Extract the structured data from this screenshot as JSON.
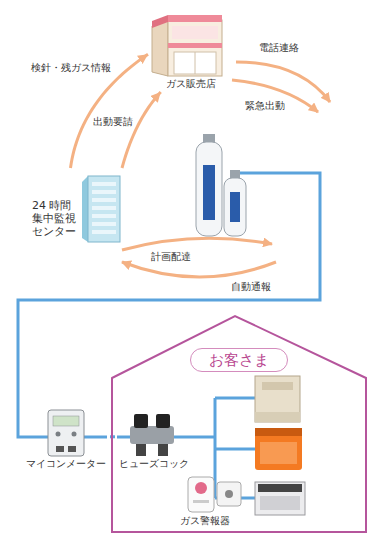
{
  "diagram": {
    "nodes": [
      {
        "text": [
          "ガス販売店"
        ]
      },
      {
        "text": [
          "24 時間 集中監視 センター"
        ]
      },
      {
        "text": [
          "マイコンメーター"
        ]
      },
      {
        "text": [
          "お客さま"
        ]
      },
      {
        "text": [
          "ヒューズコック"
        ],
        "in": 3
      },
      {
        "text": [
          "ガス警報器"
        ],
        "in": 3
      }
    ],
    "edges": [
      {
        "from": 1,
        "to": 0,
        "label": "検針・残ガス情報",
        "arrow": "to"
      },
      {
        "from": 1,
        "to": 0,
        "label": "出動要請",
        "arrow": "to"
      },
      {
        "from": 2,
        "to": 4,
        "arrow": "none"
      }
    ],
    "labels": [
      "電話連絡",
      "緊急出動",
      "計画配達",
      "自動通報"
    ]
  }
}
